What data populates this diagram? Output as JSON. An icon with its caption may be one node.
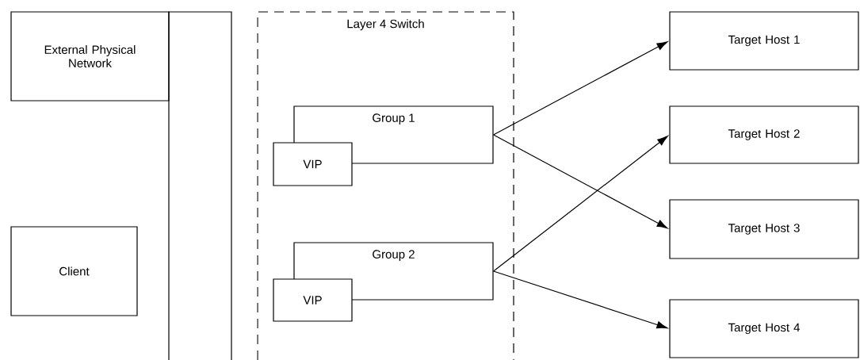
{
  "diagram": {
    "nodes": [
      {
        "text": [
          "External Physical Network"
        ]
      },
      {
        "text": [],
        "shape": "bar"
      },
      {
        "text": [
          "Client"
        ]
      },
      {
        "text": [
          "Layer 4 Switch"
        ]
      },
      {
        "text": [
          "Group 1"
        ],
        "in": 3
      },
      {
        "text": [
          "VIP"
        ],
        "in": 3
      },
      {
        "text": [
          "Group 2"
        ],
        "in": 3
      },
      {
        "text": [
          "VIP"
        ],
        "in": 3
      },
      {
        "text": [
          "Target Host 1"
        ]
      },
      {
        "text": [
          "Target Host 2"
        ]
      },
      {
        "text": [
          "Target Host 3"
        ]
      },
      {
        "text": [
          "Target Host 4"
        ]
      }
    ],
    "edges": [
      {
        "from": 4,
        "to": 8,
        "arrow": "to"
      },
      {
        "from": 4,
        "to": 10,
        "arrow": "to"
      },
      {
        "from": 6,
        "to": 9,
        "arrow": "to"
      },
      {
        "from": 6,
        "to": 11,
        "arrow": "to"
      }
    ]
  }
}
